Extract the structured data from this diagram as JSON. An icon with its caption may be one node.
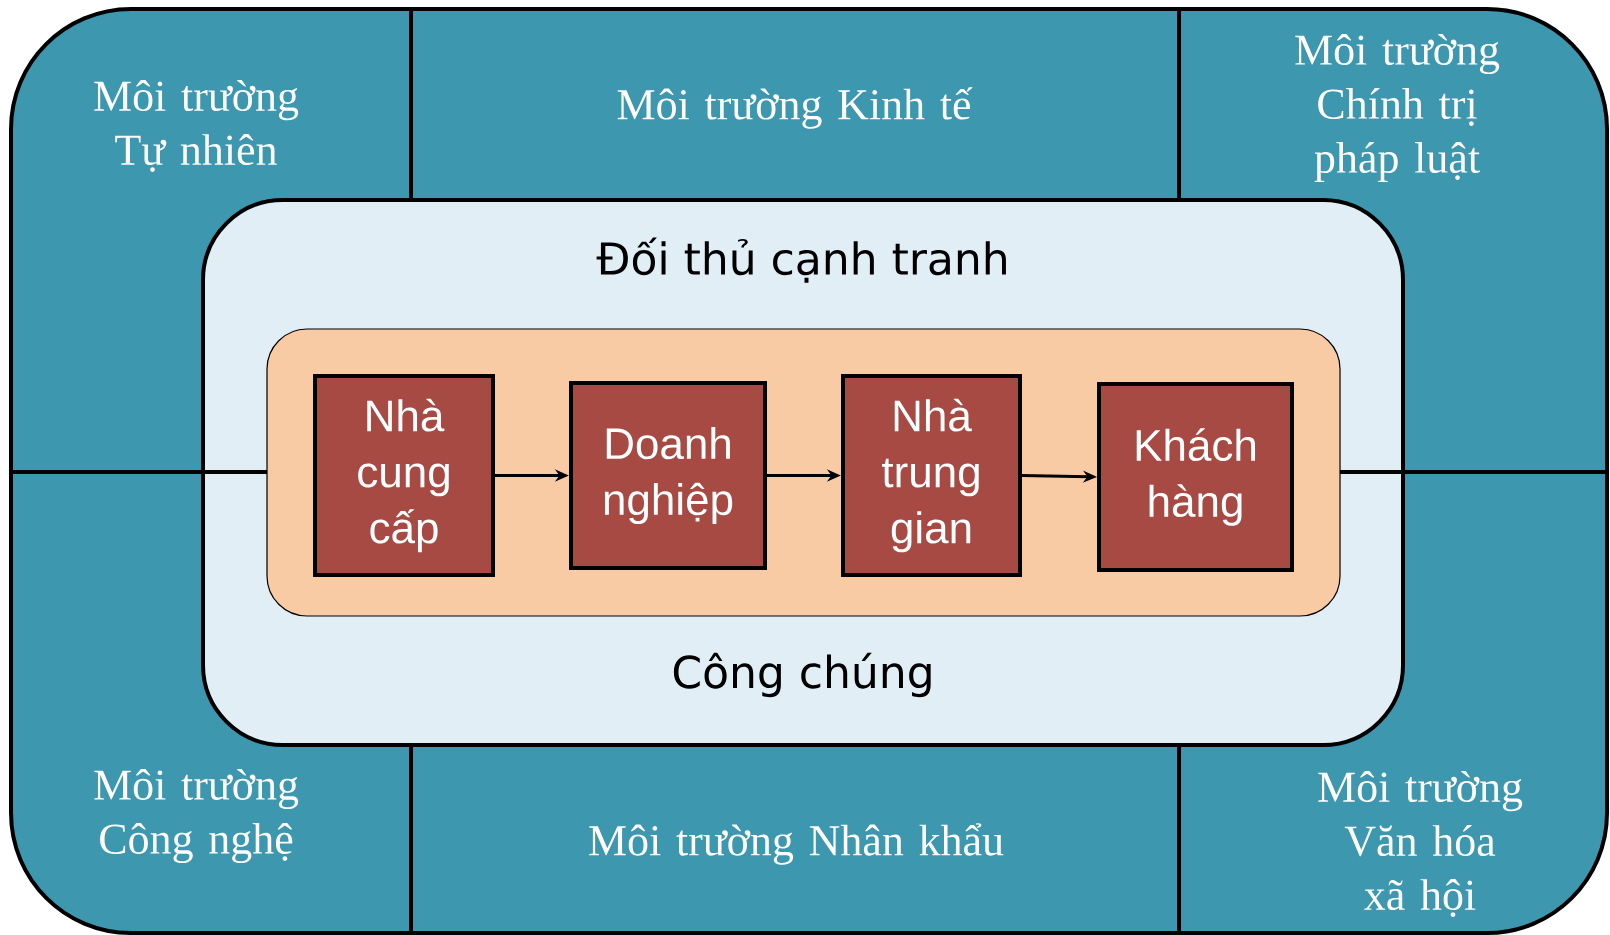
{
  "diagram": {
    "nodes": [
      {
        "text": [],
        "shape": "box"
      },
      {
        "text": [
          "Môi trường Tự nhiên"
        ],
        "in": 0
      },
      {
        "text": [
          "Môi trường Kinh tế"
        ],
        "in": 0
      },
      {
        "text": [
          "Môi trường Chính trị pháp luật"
        ],
        "in": 0
      },
      {
        "text": [
          "Môi trường Công nghệ"
        ],
        "in": 0
      },
      {
        "text": [
          "Môi trường Nhân khẩu"
        ],
        "in": 0
      },
      {
        "text": [
          "Môi trường Văn hóa xã hội"
        ],
        "in": 0
      },
      {
        "text": [
          "Đối thủ cạnh tranh",
          "Công chúng"
        ],
        "in": 0
      },
      {
        "text": [],
        "shape": "box",
        "in": 7
      },
      {
        "text": [
          "Nhà cung cấp"
        ],
        "in": 8
      },
      {
        "text": [
          "Doanh nghiệp"
        ],
        "in": 8
      },
      {
        "text": [
          "Nhà trung gian"
        ],
        "in": 8
      },
      {
        "text": [
          "Khách hàng"
        ],
        "in": 8
      }
    ],
    "edges": [
      {
        "from": 9,
        "to": 10,
        "arrow": "to"
      },
      {
        "from": 10,
        "to": 11,
        "arrow": "to"
      },
      {
        "from": 11,
        "to": 12,
        "arrow": "to"
      }
    ]
  }
}
